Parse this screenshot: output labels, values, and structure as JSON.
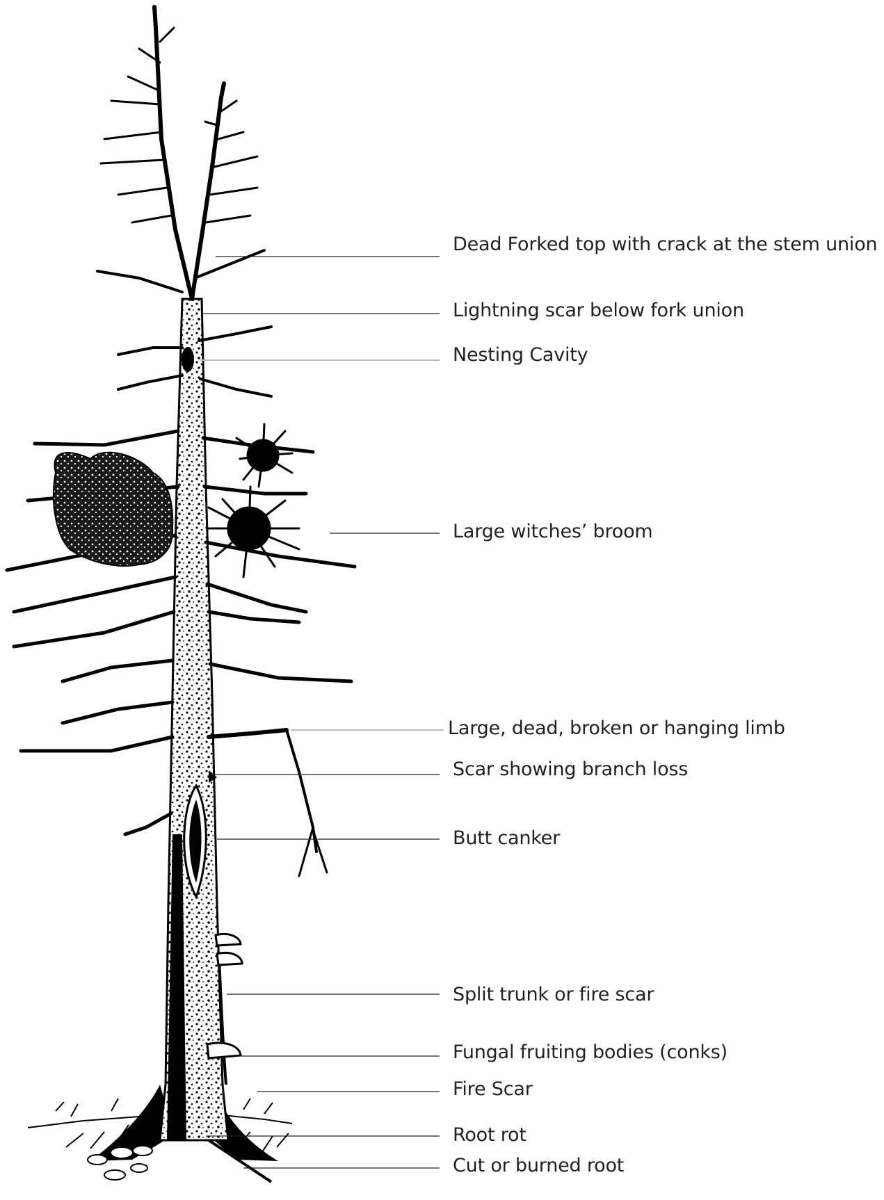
{
  "labels": [
    "Dead Forked top with crack at the stem union",
    "Lightning scar below fork union",
    "Nesting Cavity",
    "Large witches’ broom",
    "Large, dead, broken or hanging limb",
    "Scar showing branch loss",
    "Butt canker",
    "Split trunk or fire scar",
    "Fungal fruiting bodies (conks)",
    "Fire Scar",
    "Root rot",
    "Cut or burned root"
  ],
  "colors": {
    "ink": "#000000",
    "leader_dark": "#231f20",
    "leader_light": "#bcbcbc",
    "background": "#ffffff"
  }
}
